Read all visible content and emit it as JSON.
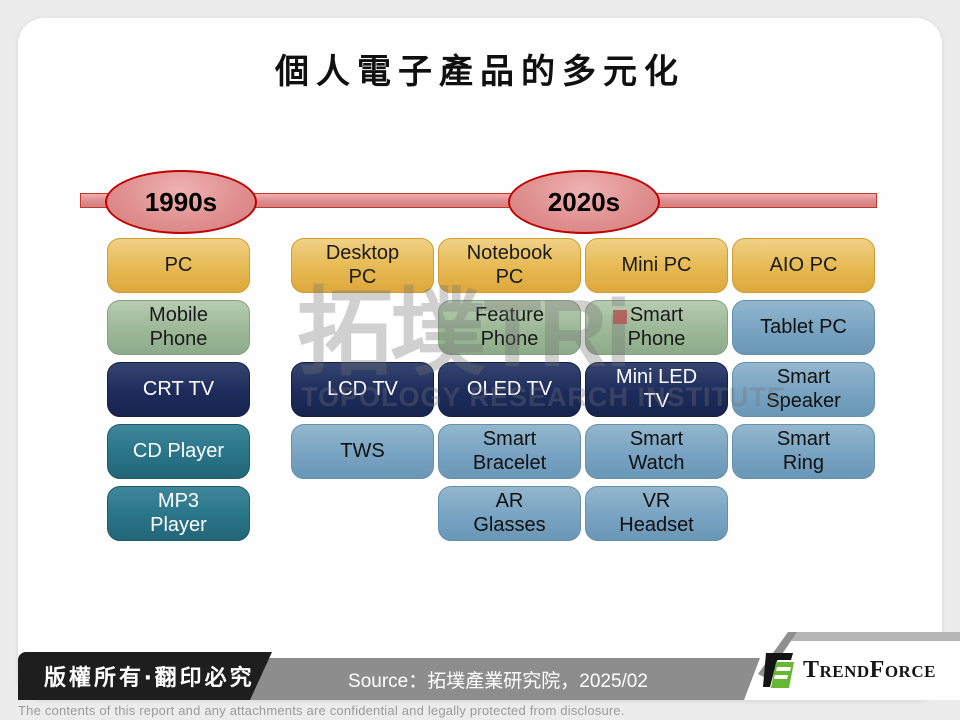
{
  "slide": {
    "title": "個人電子產品的多元化",
    "timeline": {
      "era_left": "1990s",
      "era_right": "2020s"
    },
    "boxes": [
      {
        "label": "PC"
      },
      {
        "label": "Mobile\nPhone"
      },
      {
        "label": "CRT TV"
      },
      {
        "label": "CD Player"
      },
      {
        "label": "MP3\nPlayer"
      },
      {
        "label": "Desktop\nPC"
      },
      {
        "label": "Notebook\nPC"
      },
      {
        "label": "Mini PC"
      },
      {
        "label": "AIO PC"
      },
      {
        "label": "Feature\nPhone"
      },
      {
        "label": "Smart\nPhone"
      },
      {
        "label": "Tablet PC"
      },
      {
        "label": "LCD TV"
      },
      {
        "label": "OLED TV"
      },
      {
        "label": "Mini LED\nTV"
      },
      {
        "label": "Smart\nSpeaker"
      },
      {
        "label": "TWS"
      },
      {
        "label": "Smart\nBracelet"
      },
      {
        "label": "Smart\nWatch"
      },
      {
        "label": "Smart\nRing"
      },
      {
        "label": "AR\nGlasses"
      },
      {
        "label": "VR\nHeadset"
      }
    ],
    "watermark": {
      "main": "拓墣TRi",
      "sub": "TOPOLOGY RESEARCH INSTITUTE"
    },
    "colors": {
      "gold": "#e6b951",
      "green": "#9cb897",
      "navy": "#1d2c5c",
      "teal": "#2a7488",
      "blue": "#78a3c2",
      "timeline_fill": "#dd8b8b",
      "timeline_border": "#c00000",
      "brand_green": "#66b832"
    }
  },
  "footer": {
    "copyright": "版權所有‧翻印必究",
    "source": "Source：拓墣產業研究院，2025/02",
    "brand": "TrendForce",
    "disclaimer": "The contents of this report and any attachments are confidential and legally protected from disclosure."
  }
}
